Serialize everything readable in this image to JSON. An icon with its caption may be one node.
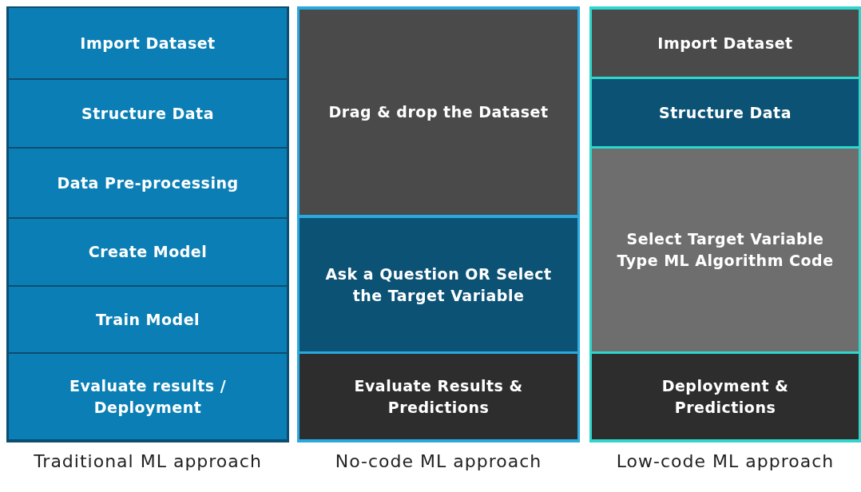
{
  "diagram": {
    "nodes": [
      {
        "text": [
          "Traditional ML approach"
        ]
      },
      {
        "text": [
          "Import Dataset"
        ],
        "in": 0
      },
      {
        "text": [
          "Structure Data"
        ],
        "in": 0
      },
      {
        "text": [
          "Data Pre-processing"
        ],
        "in": 0
      },
      {
        "text": [
          "Create Model"
        ],
        "in": 0
      },
      {
        "text": [
          "Train Model"
        ],
        "in": 0
      },
      {
        "text": [
          "Evaluate results / Deployment"
        ],
        "in": 0
      },
      {
        "text": [
          "No-code ML approach"
        ]
      },
      {
        "text": [
          "Drag & drop the Dataset"
        ],
        "in": 7
      },
      {
        "text": [
          "Ask a Question OR Select the Target Variable"
        ],
        "in": 7
      },
      {
        "text": [
          "Evaluate Results & Predictions"
        ],
        "in": 7
      },
      {
        "text": [
          "Low-code ML approach"
        ]
      },
      {
        "text": [
          "Import Dataset"
        ],
        "in": 11
      },
      {
        "text": [
          "Structure Data"
        ],
        "in": 11
      },
      {
        "text": [
          "Select Target Variable Type ML Algorithm Code"
        ],
        "in": 11
      },
      {
        "text": [
          "Deployment & Predictions"
        ],
        "in": 11
      }
    ],
    "edges": []
  }
}
